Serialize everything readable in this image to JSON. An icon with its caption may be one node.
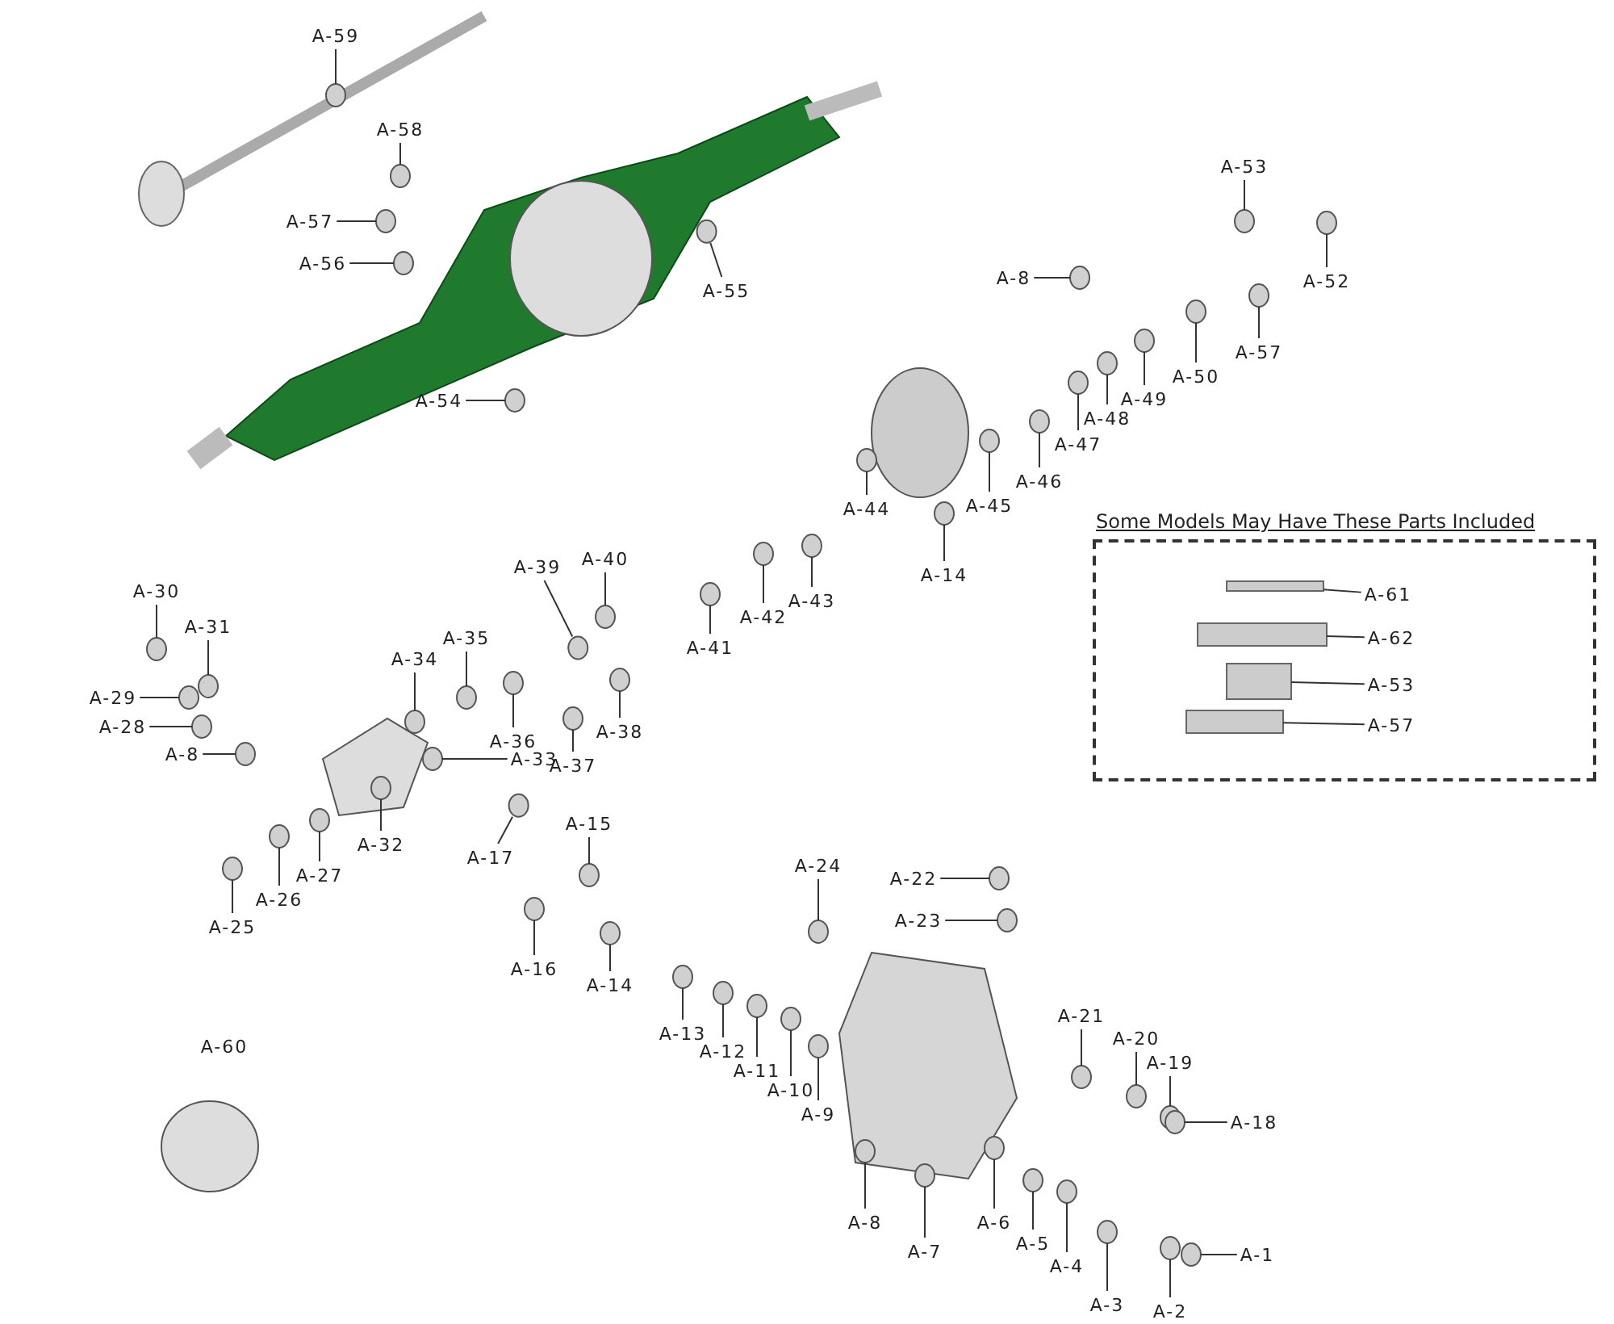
{
  "diagram": {
    "nodes": [
      {
        "text": [
          "Some Models May Have These Parts Included"
        ]
      },
      {
        "text": [
          "A-59"
        ]
      },
      {
        "text": [
          "A-58"
        ]
      },
      {
        "text": [
          "A-57"
        ]
      },
      {
        "text": [
          "A-56"
        ]
      },
      {
        "text": [
          "A-54"
        ]
      },
      {
        "text": [
          "A-55"
        ]
      },
      {
        "text": [
          "A-53"
        ]
      },
      {
        "text": [
          "A-8"
        ]
      },
      {
        "text": [
          "A-52"
        ]
      },
      {
        "text": [
          "A-57"
        ]
      },
      {
        "text": [
          "A-50"
        ]
      },
      {
        "text": [
          "A-49"
        ]
      },
      {
        "text": [
          "A-48"
        ]
      },
      {
        "text": [
          "A-47"
        ]
      },
      {
        "text": [
          "A-46"
        ]
      },
      {
        "text": [
          "A-45"
        ]
      },
      {
        "text": [
          "A-44"
        ]
      },
      {
        "text": [
          "A-14"
        ]
      },
      {
        "text": [
          "A-43"
        ]
      },
      {
        "text": [
          "A-42"
        ]
      },
      {
        "text": [
          "A-41"
        ]
      },
      {
        "text": [
          "A-39"
        ]
      },
      {
        "text": [
          "A-40"
        ]
      },
      {
        "text": [
          "A-30"
        ]
      },
      {
        "text": [
          "A-31"
        ]
      },
      {
        "text": [
          "A-29"
        ]
      },
      {
        "text": [
          "A-28"
        ]
      },
      {
        "text": [
          "A-8"
        ]
      },
      {
        "text": [
          "A-34"
        ]
      },
      {
        "text": [
          "A-35"
        ]
      },
      {
        "text": [
          "A-36"
        ]
      },
      {
        "text": [
          "A-33"
        ]
      },
      {
        "text": [
          "A-37"
        ]
      },
      {
        "text": [
          "A-38"
        ]
      },
      {
        "text": [
          "A-32"
        ]
      },
      {
        "text": [
          "A-27"
        ]
      },
      {
        "text": [
          "A-26"
        ]
      },
      {
        "text": [
          "A-25"
        ]
      },
      {
        "text": [
          "A-17"
        ]
      },
      {
        "text": [
          "A-15"
        ]
      },
      {
        "text": [
          "A-16"
        ]
      },
      {
        "text": [
          "A-14"
        ]
      },
      {
        "text": [
          "A-24"
        ]
      },
      {
        "text": [
          "A-22"
        ]
      },
      {
        "text": [
          "A-23"
        ]
      },
      {
        "text": [
          "A-13"
        ]
      },
      {
        "text": [
          "A-12"
        ]
      },
      {
        "text": [
          "A-11"
        ]
      },
      {
        "text": [
          "A-10"
        ]
      },
      {
        "text": [
          "A-9"
        ]
      },
      {
        "text": [
          "A-21"
        ]
      },
      {
        "text": [
          "A-20"
        ]
      },
      {
        "text": [
          "A-19"
        ]
      },
      {
        "text": [
          "A-18"
        ]
      },
      {
        "text": [
          "A-8"
        ]
      },
      {
        "text": [
          "A-7"
        ]
      },
      {
        "text": [
          "A-6"
        ]
      },
      {
        "text": [
          "A-5"
        ]
      },
      {
        "text": [
          "A-4"
        ]
      },
      {
        "text": [
          "A-3"
        ]
      },
      {
        "text": [
          "A-2"
        ]
      },
      {
        "text": [
          "A-1"
        ]
      },
      {
        "text": [
          "A-61"
        ],
        "in": 0
      },
      {
        "text": [
          "A-62"
        ],
        "in": 0
      },
      {
        "text": [
          "A-53"
        ],
        "in": 0
      },
      {
        "text": [
          "A-57"
        ],
        "in": 0
      },
      {
        "text": [],
        "shape": "circle"
      },
      {
        "text": [],
        "shape": "circle"
      },
      {
        "text": [],
        "shape": "circle"
      },
      {
        "text": [],
        "shape": "circle"
      },
      {
        "text": [],
        "shape": "circle"
      },
      {
        "text": [],
        "shape": "circle"
      },
      {
        "text": [],
        "shape": "circle"
      },
      {
        "text": [],
        "shape": "circle"
      },
      {
        "text": [],
        "shape": "circle"
      },
      {
        "text": [],
        "shape": "circle"
      },
      {
        "text": [],
        "shape": "circle"
      },
      {
        "text": [],
        "shape": "circle"
      },
      {
        "text": [],
        "shape": "circle"
      },
      {
        "text": [],
        "shape": "circle"
      },
      {
        "text": [],
        "shape": "circle"
      },
      {
        "text": [],
        "shape": "circle"
      },
      {
        "text": [],
        "shape": "circle"
      },
      {
        "text": [],
        "shape": "circle"
      },
      {
        "text": [],
        "shape": "circle"
      },
      {
        "text": [],
        "shape": "circle"
      },
      {
        "text": [],
        "shape": "circle"
      },
      {
        "text": [],
        "shape": "circle"
      },
      {
        "text": [],
        "shape": "circle"
      },
      {
        "text": [],
        "shape": "circle"
      },
      {
        "text": [],
        "shape": "circle"
      },
      {
        "text": [],
        "shape": "circle"
      },
      {
        "text": [],
        "shape": "circle"
      },
      {
        "text": [],
        "shape": "circle"
      },
      {
        "text": [],
        "shape": "circle"
      },
      {
        "text": [],
        "shape": "circle"
      },
      {
        "text": [],
        "shape": "circle"
      },
      {
        "text": [],
        "shape": "circle"
      },
      {
        "text": [],
        "shape": "circle"
      },
      {
        "text": [],
        "shape": "circle"
      },
      {
        "text": [],
        "shape": "circle"
      },
      {
        "text": [],
        "shape": "circle"
      },
      {
        "text": [],
        "shape": "circle"
      },
      {
        "text": [],
        "shape": "circle"
      },
      {
        "text": [],
        "shape": "circle"
      },
      {
        "text": [],
        "shape": "circle"
      },
      {
        "text": [],
        "shape": "circle"
      },
      {
        "text": [],
        "shape": "circle"
      },
      {
        "text": [],
        "shape": "circle"
      },
      {
        "text": [],
        "shape": "circle"
      },
      {
        "text": [],
        "shape": "circle"
      },
      {
        "text": [],
        "shape": "circle"
      },
      {
        "text": [],
        "shape": "circle"
      },
      {
        "text": [],
        "shape": "circle"
      },
      {
        "text": [],
        "shape": "circle"
      },
      {
        "text": [],
        "shape": "circle"
      },
      {
        "text": [],
        "shape": "circle"
      },
      {
        "text": [],
        "shape": "circle"
      },
      {
        "text": [],
        "shape": "circle"
      },
      {
        "text": [],
        "shape": "circle"
      },
      {
        "text": [],
        "shape": "circle"
      },
      {
        "text": [],
        "shape": "circle"
      },
      {
        "text": [],
        "shape": "circle"
      },
      {
        "text": [],
        "shape": "circle"
      },
      {
        "text": [],
        "shape": "circle"
      },
      {
        "text": [],
        "shape": "circle"
      },
      {
        "text": [],
        "shape": "circle"
      },
      {
        "text": [],
        "shape": "circle"
      },
      {
        "text": [],
        "shape": "box",
        "in": 0
      },
      {
        "text": [],
        "shape": "box",
        "in": 0
      },
      {
        "text": [],
        "shape": "box",
        "in": 0
      },
      {
        "text": [],
        "shape": "box",
        "in": 0
      }
    ],
    "edges": [
      {
        "from": 1,
        "to": 67,
        "arrow": "none"
      },
      {
        "from": 2,
        "to": 68,
        "arrow": "none"
      },
      {
        "from": 3,
        "to": 69,
        "arrow": "none"
      },
      {
        "from": 4,
        "to": 70,
        "arrow": "none"
      },
      {
        "from": 5,
        "to": 71,
        "arrow": "none"
      },
      {
        "from": 6,
        "to": 72,
        "arrow": "none"
      },
      {
        "from": 7,
        "to": 73,
        "arrow": "none"
      },
      {
        "from": 8,
        "to": 74,
        "arrow": "none"
      },
      {
        "from": 9,
        "to": 75,
        "arrow": "none"
      },
      {
        "from": 10,
        "to": 76,
        "arrow": "none"
      },
      {
        "from": 11,
        "to": 77,
        "arrow": "none"
      },
      {
        "from": 12,
        "to": 78,
        "arrow": "none"
      },
      {
        "from": 13,
        "to": 79,
        "arrow": "none"
      },
      {
        "from": 14,
        "to": 80,
        "arrow": "none"
      },
      {
        "from": 15,
        "to": 81,
        "arrow": "none"
      },
      {
        "from": 16,
        "to": 82,
        "arrow": "none"
      },
      {
        "from": 17,
        "to": 83,
        "arrow": "none"
      },
      {
        "from": 18,
        "to": 84,
        "arrow": "none"
      },
      {
        "from": 19,
        "to": 85,
        "arrow": "none"
      },
      {
        "from": 20,
        "to": 86,
        "arrow": "none"
      },
      {
        "from": 21,
        "to": 87,
        "arrow": "none"
      },
      {
        "from": 22,
        "to": 88,
        "arrow": "none"
      },
      {
        "from": 23,
        "to": 89,
        "arrow": "none"
      },
      {
        "from": 24,
        "to": 90,
        "arrow": "none"
      },
      {
        "from": 25,
        "to": 91,
        "arrow": "none"
      },
      {
        "from": 26,
        "to": 92,
        "arrow": "none"
      },
      {
        "from": 27,
        "to": 93,
        "arrow": "none"
      },
      {
        "from": 28,
        "to": 94,
        "arrow": "none"
      },
      {
        "from": 29,
        "to": 95,
        "arrow": "none"
      },
      {
        "from": 30,
        "to": 96,
        "arrow": "none"
      },
      {
        "from": 31,
        "to": 97,
        "arrow": "none"
      },
      {
        "from": 32,
        "to": 98,
        "arrow": "none"
      },
      {
        "from": 33,
        "to": 99,
        "arrow": "none"
      },
      {
        "from": 34,
        "to": 100,
        "arrow": "none"
      },
      {
        "from": 35,
        "to": 101,
        "arrow": "none"
      },
      {
        "from": 36,
        "to": 102,
        "arrow": "none"
      },
      {
        "from": 37,
        "to": 103,
        "arrow": "none"
      },
      {
        "from": 38,
        "to": 104,
        "arrow": "none"
      },
      {
        "from": 39,
        "to": 105,
        "arrow": "none"
      },
      {
        "from": 40,
        "to": 106,
        "arrow": "none"
      },
      {
        "from": 41,
        "to": 107,
        "arrow": "none"
      },
      {
        "from": 42,
        "to": 108,
        "arrow": "none"
      },
      {
        "from": 43,
        "to": 109,
        "arrow": "none"
      },
      {
        "from": 44,
        "to": 110,
        "arrow": "none"
      },
      {
        "from": 45,
        "to": 111,
        "arrow": "none"
      },
      {
        "from": 46,
        "to": 112,
        "arrow": "none"
      },
      {
        "from": 47,
        "to": 113,
        "arrow": "none"
      },
      {
        "from": 48,
        "to": 114,
        "arrow": "none"
      },
      {
        "from": 49,
        "to": 115,
        "arrow": "none"
      },
      {
        "from": 50,
        "to": 116,
        "arrow": "none"
      },
      {
        "from": 51,
        "to": 117,
        "arrow": "none"
      },
      {
        "from": 52,
        "to": 118,
        "arrow": "none"
      },
      {
        "from": 53,
        "to": 119,
        "arrow": "none"
      },
      {
        "from": 54,
        "to": 120,
        "arrow": "none"
      },
      {
        "from": 55,
        "to": 121,
        "arrow": "none"
      },
      {
        "from": 56,
        "to": 122,
        "arrow": "none"
      },
      {
        "from": 57,
        "to": 123,
        "arrow": "none"
      },
      {
        "from": 58,
        "to": 124,
        "arrow": "none"
      },
      {
        "from": 59,
        "to": 125,
        "arrow": "none"
      },
      {
        "from": 60,
        "to": 126,
        "arrow": "none"
      },
      {
        "from": 61,
        "to": 127,
        "arrow": "none"
      },
      {
        "from": 62,
        "to": 128,
        "arrow": "none"
      },
      {
        "from": 63,
        "to": 129,
        "arrow": "none"
      },
      {
        "from": 64,
        "to": 130,
        "arrow": "none"
      },
      {
        "from": 65,
        "to": 131,
        "arrow": "none"
      },
      {
        "from": 66,
        "to": 132,
        "arrow": "none"
      }
    ],
    "labels": [
      "A-60"
    ]
  }
}
